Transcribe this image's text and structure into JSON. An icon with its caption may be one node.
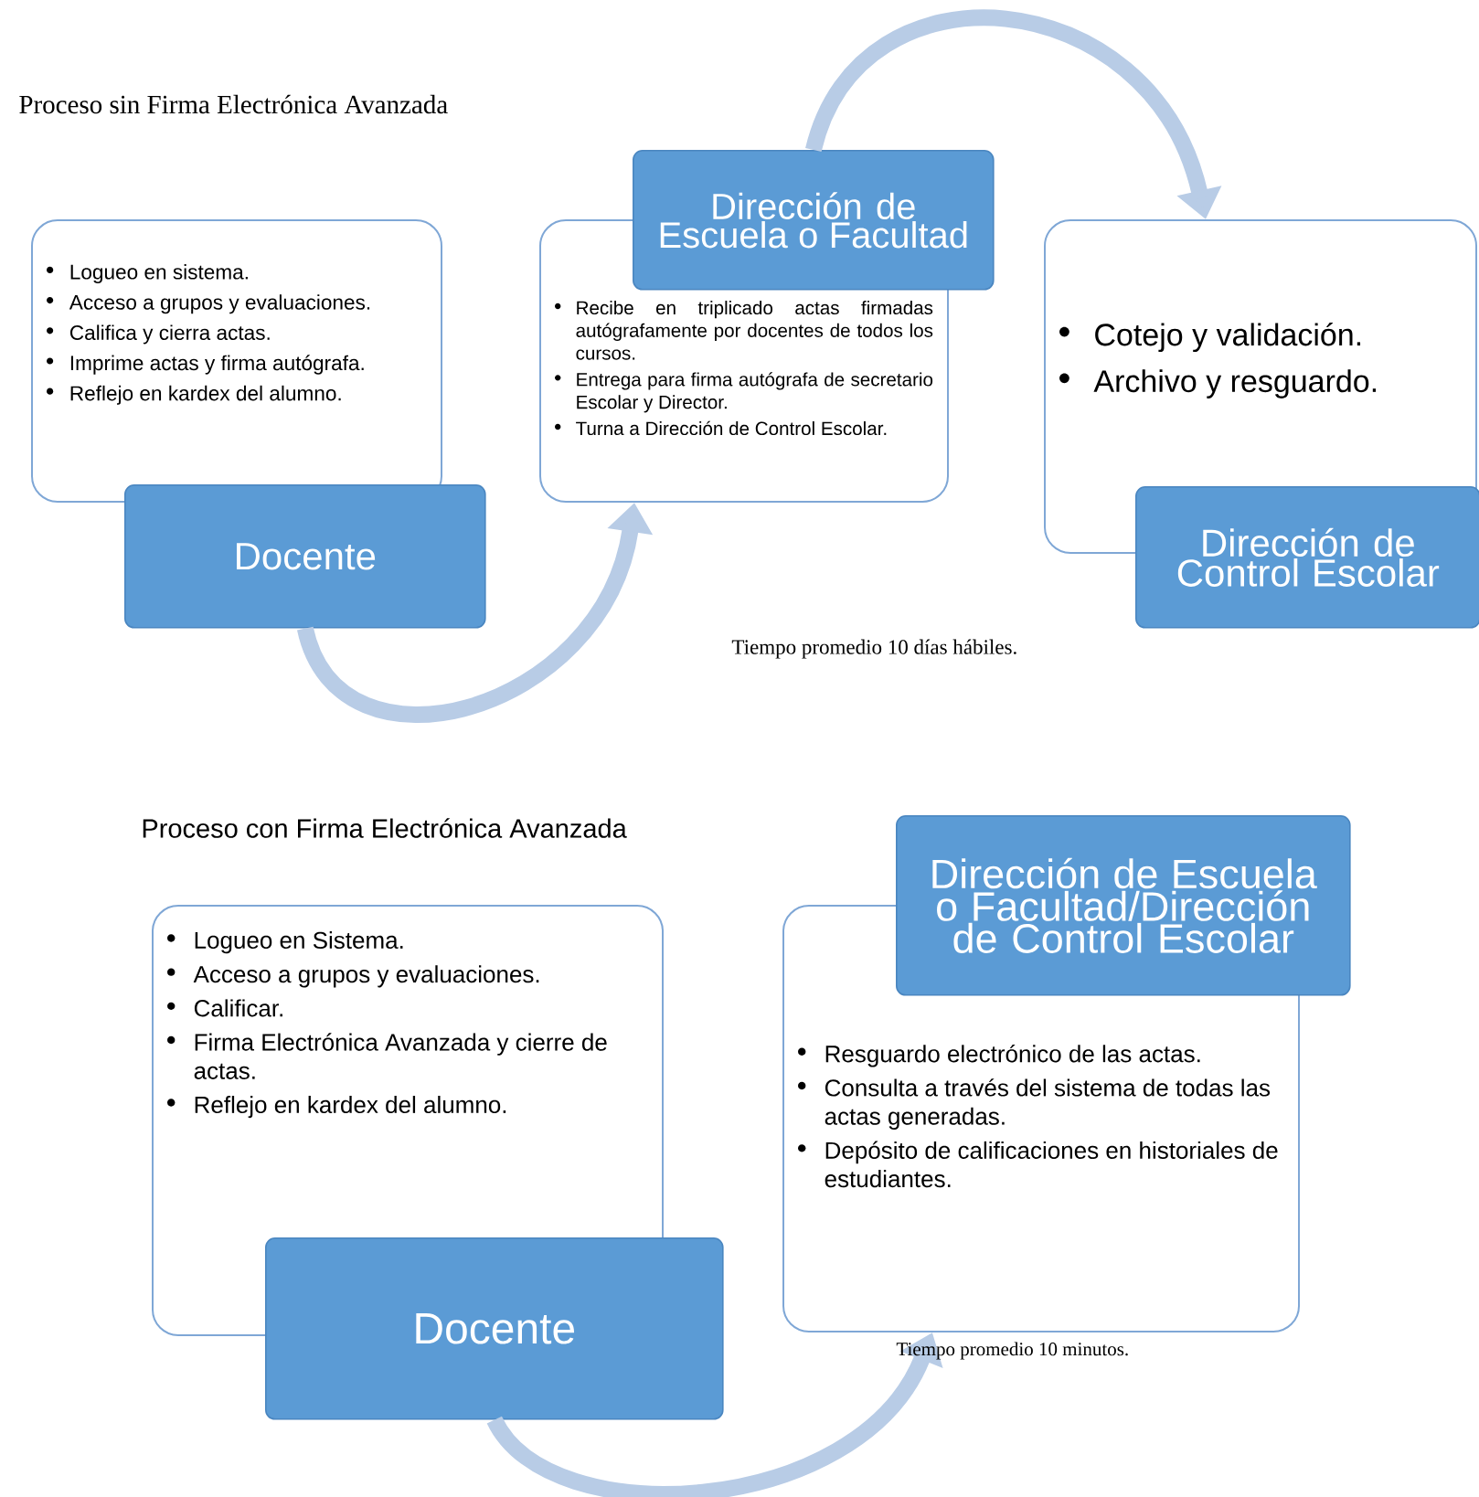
{
  "diagram": {
    "nodes": [
      {
        "text": [
          "Logueo en sistema.",
          "Acceso a grupos y evaluaciones.",
          "Califica y cierra actas.",
          "Imprime actas y firma autógrafa.",
          "Reflejo en kardex del alumno."
        ]
      },
      {
        "text": [
          "Docente"
        ]
      },
      {
        "text": [
          "Recibe en triplicado actas firmadas autógrafamente por docentes de todos los cursos.",
          "Entrega para firma autógrafa de secretario Escolar y Director.",
          "Turna a Dirección de Control Escolar."
        ]
      },
      {
        "text": [
          "Dirección de Escuela o Facultad"
        ]
      },
      {
        "text": [
          "Cotejo y validación.",
          "Archivo y resguardo."
        ]
      },
      {
        "text": [
          "Dirección de Control Escolar"
        ]
      },
      {
        "text": [
          "Logueo en Sistema.",
          "Acceso a grupos y evaluaciones.",
          "Calificar.",
          "Firma Electrónica Avanzada y cierre de actas.",
          "Reflejo en kardex del alumno."
        ]
      },
      {
        "text": [
          "Docente"
        ]
      },
      {
        "text": [
          "Resguardo electrónico de las actas.",
          "Consulta a través del sistema de todas las actas generadas.",
          "Depósito de calificaciones en historiales de estudiantes."
        ]
      },
      {
        "text": [
          "Dirección de Escuela o Facultad/Dirección de Control Escolar"
        ]
      }
    ],
    "edges": [
      {
        "from": 1,
        "to": 2,
        "arrow": "to"
      },
      {
        "from": 3,
        "to": 4,
        "arrow": "to"
      },
      {
        "from": 7,
        "to": 8,
        "arrow": "to"
      }
    ],
    "labels": [
      "Proceso sin Firma Electrónica Avanzada",
      "Tiempo promedio 10 días hábiles.",
      "Proceso con Firma Electrónica Avanzada",
      "Tiempo promedio 10 minutos."
    ]
  }
}
